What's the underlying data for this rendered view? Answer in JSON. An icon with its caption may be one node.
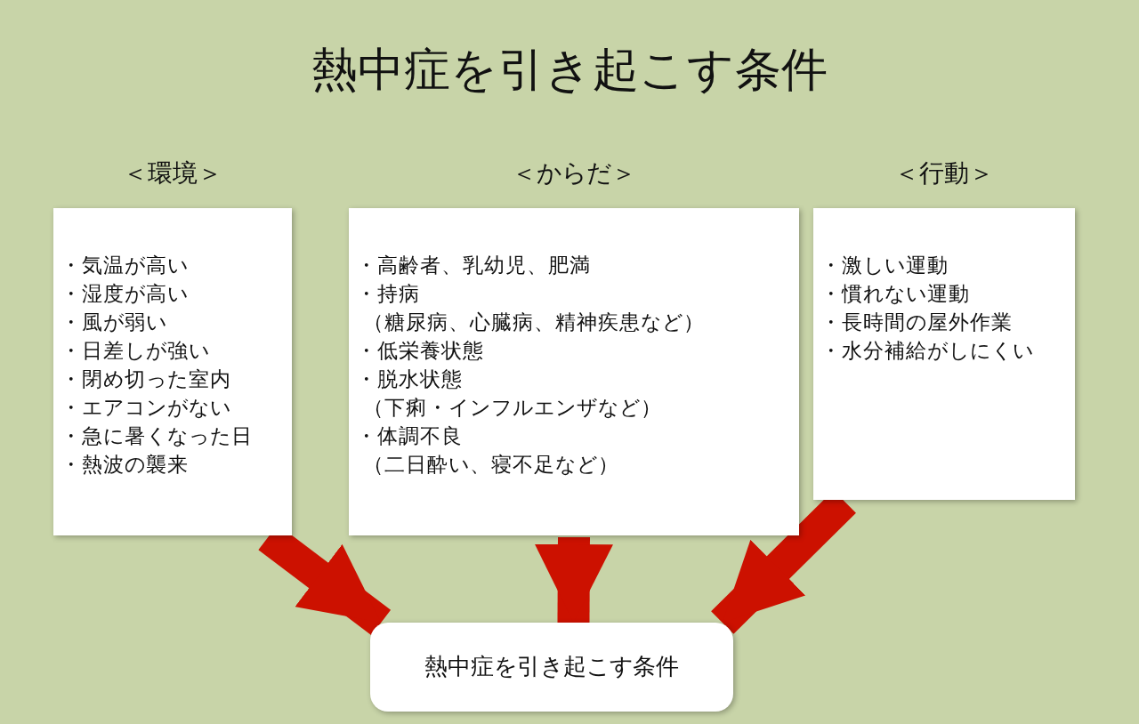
{
  "diagram": {
    "title": "熱中症を引き起こす条件",
    "nodes": [
      {
        "text": [
          "＜環境＞",
          "・気温が高い",
          "・湿度が高い",
          "・風が弱い",
          "・日差しが強い",
          "・閉め切った室内",
          "・エアコンがない",
          "・急に暑くなった日",
          "・熱波の襲来"
        ]
      },
      {
        "text": [
          "＜からだ＞",
          "・高齢者、乳幼児、肥満",
          "・持病",
          "（糖尿病、心臓病、精神疾患など）",
          "・低栄養状態",
          "・脱水状態",
          "（下痢・インフルエンザなど）",
          "・体調不良",
          "（二日酔い、寝不足など）"
        ]
      },
      {
        "text": [
          "＜行動＞",
          "・激しい運動",
          "・慣れない運動",
          "・長時間の屋外作業",
          "・水分補給がしにくい"
        ]
      },
      {
        "text": [
          "熱中症を引き起こす条件"
        ]
      }
    ],
    "edges": [
      {
        "from": 0,
        "to": 3,
        "arrow": "to"
      },
      {
        "from": 1,
        "to": 3,
        "arrow": "to"
      },
      {
        "from": 2,
        "to": 3,
        "arrow": "to"
      }
    ]
  }
}
